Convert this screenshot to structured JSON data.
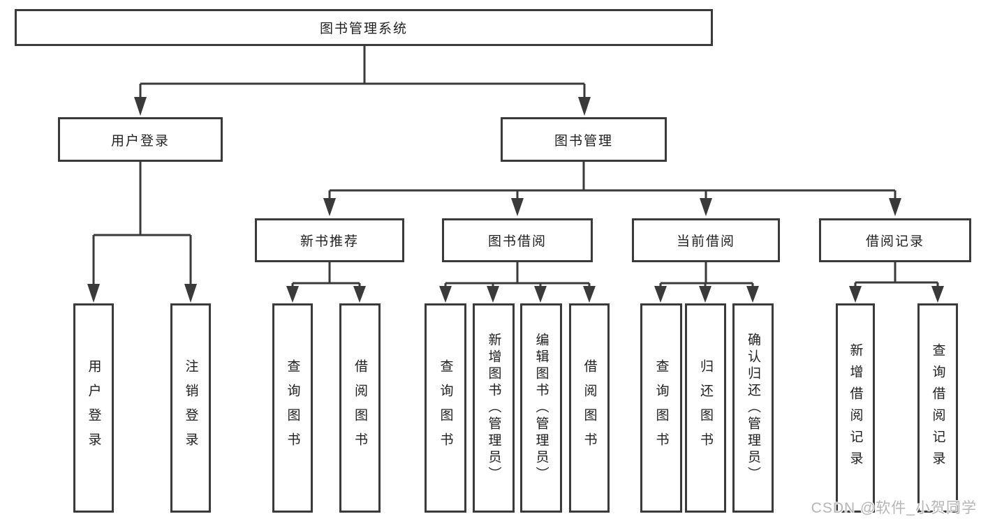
{
  "diagram": {
    "root": {
      "label": "图书管理系统"
    },
    "level2": [
      {
        "label": "用户登录",
        "children": [
          {
            "label": "用户登录"
          },
          {
            "label": "注销登录"
          }
        ]
      },
      {
        "label": "图书管理",
        "subsystems": [
          {
            "label": "新书推荐",
            "children": [
              {
                "label": "查询图书"
              },
              {
                "label": "借阅图书"
              }
            ]
          },
          {
            "label": "图书借阅",
            "children": [
              {
                "label": "查询图书"
              },
              {
                "label": "新增图书（管理员）"
              },
              {
                "label": "编辑图书（管理员）"
              },
              {
                "label": "借阅图书"
              }
            ]
          },
          {
            "label": "当前借阅",
            "children": [
              {
                "label": "查询图书"
              },
              {
                "label": "归还图书"
              },
              {
                "label": "确认归还（管理员）"
              }
            ]
          },
          {
            "label": "借阅记录",
            "children": [
              {
                "label": "新增借阅记录"
              },
              {
                "label": "查询借阅记录"
              }
            ]
          }
        ]
      }
    ]
  },
  "watermark": {
    "text": "CSDN @软件_小贺同学"
  },
  "colors": {
    "line": "#3a3a3a",
    "box_border": "#3a3a3a",
    "box_fill": "#ffffff",
    "text": "#1f1f1f",
    "watermark": "#b5b5b5",
    "background": "#ffffff"
  }
}
